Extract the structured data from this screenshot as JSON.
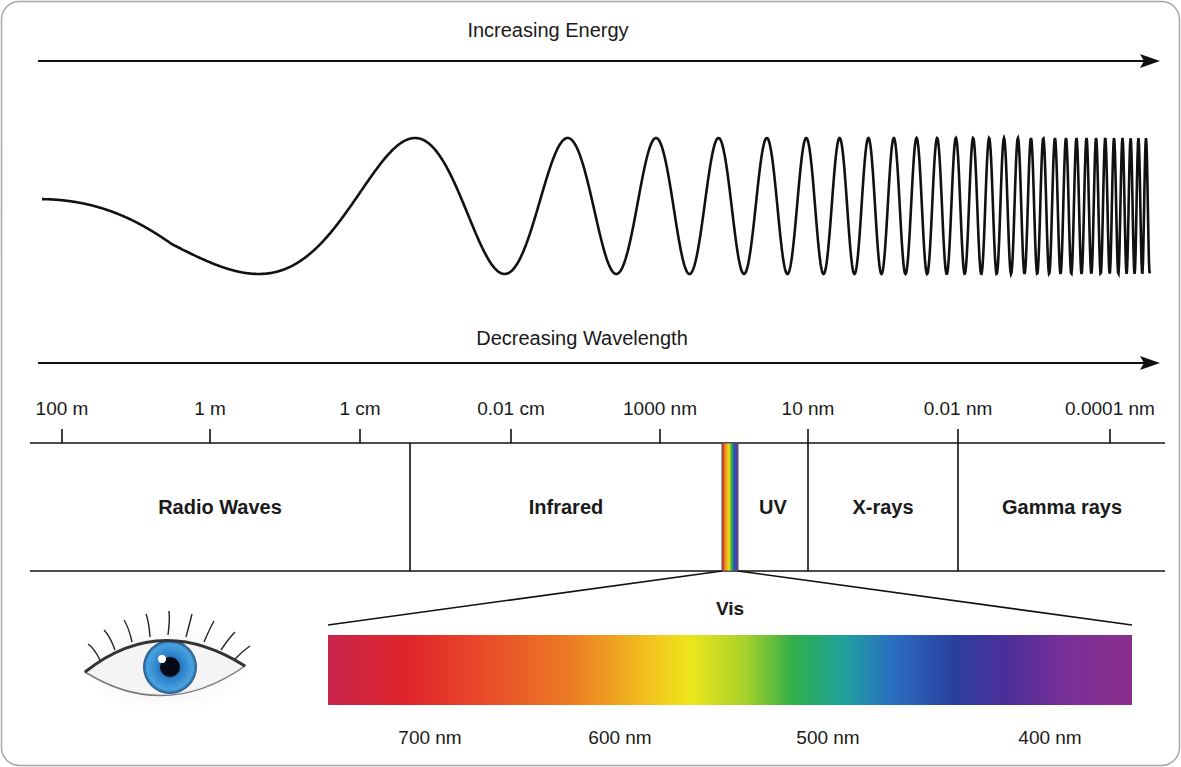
{
  "diagram": {
    "nodes": [
      {
        "text": [
          "Radio Waves"
        ]
      },
      {
        "text": [
          "Infrared"
        ]
      },
      {
        "text": [
          "UV"
        ]
      },
      {
        "text": [
          "X-rays"
        ]
      },
      {
        "text": [
          "Gamma rays"
        ]
      },
      {
        "text": [
          "Vis"
        ]
      }
    ],
    "labels": [
      "Increasing Energy",
      "Decreasing Wavelength",
      "100 m",
      "1 m",
      "1 cm",
      "0.01 cm",
      "1000 nm",
      "10 nm",
      "0.01 nm",
      "0.0001 nm",
      "700 nm",
      "600 nm",
      "500 nm",
      "400 nm"
    ]
  }
}
